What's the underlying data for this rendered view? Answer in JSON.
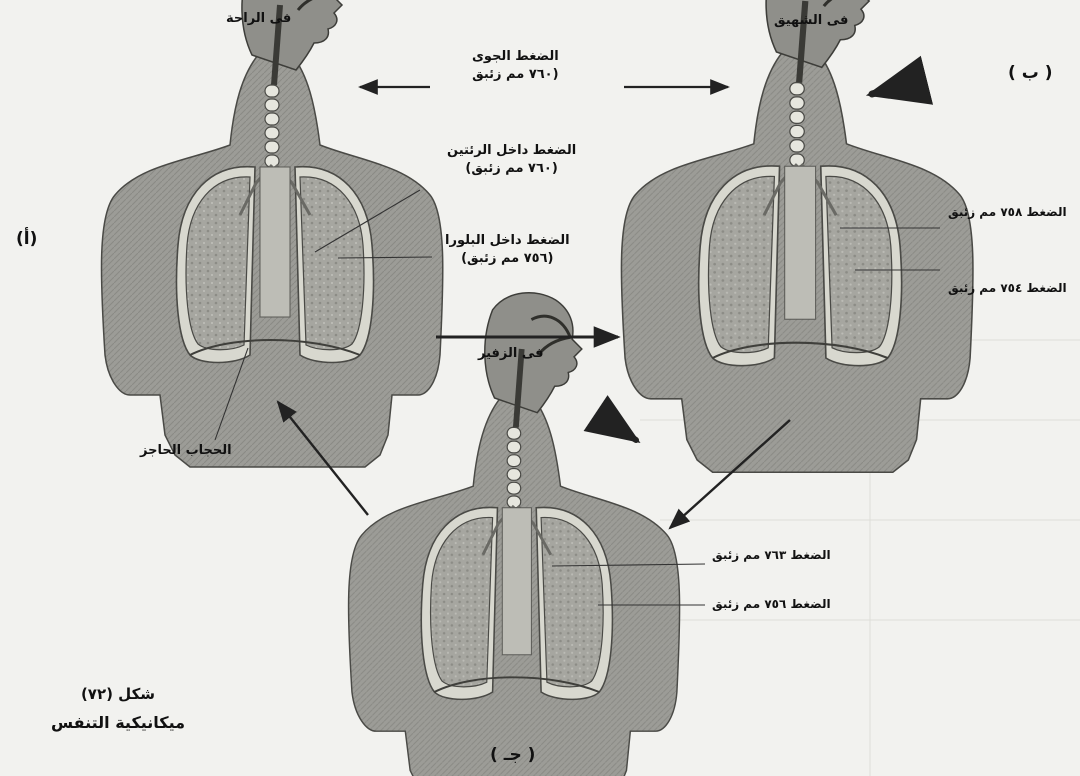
{
  "headings": {
    "rest": "فى الراحة",
    "inhale": "فى الشهيق",
    "exhale": "فى الزفير"
  },
  "panel_letters": {
    "a": "(أ)",
    "b": "( ب )",
    "c": "( جـ )"
  },
  "labels": {
    "atmospheric": {
      "line1": "الضغط الجوى",
      "line2": "(٧٦٠ مم زئبق"
    },
    "intrapulmonary": {
      "line1": "الضغط داخل الرئتين",
      "line2": "(٧٦٠ مم زئبق)"
    },
    "intrapleural": {
      "line1": "الضغط داخل البلورا",
      "line2": "(٧٥٦ مم زئبق)"
    },
    "diaphragm": "الحجاب الحاجز",
    "inhale_lung": "الضغط ٧٥٨ مم زئبق",
    "inhale_pleura": "الضغط ٧٥٤ مم زئبق",
    "exhale_lung": "الضغط ٧٦٣ مم زئبق",
    "exhale_pleura": "الضغط ٧٥٦ مم زئبق"
  },
  "caption": {
    "figure_number": "شكل (٧٢)",
    "title": "ميكانيكية التنفس"
  },
  "colors": {
    "background": "#f2f2ef",
    "skin": "#9a9a96",
    "skin_dark": "#5f5f5b",
    "lung": "#a3a39e",
    "pleura": "#dcdcd4",
    "ink": "#111111"
  }
}
